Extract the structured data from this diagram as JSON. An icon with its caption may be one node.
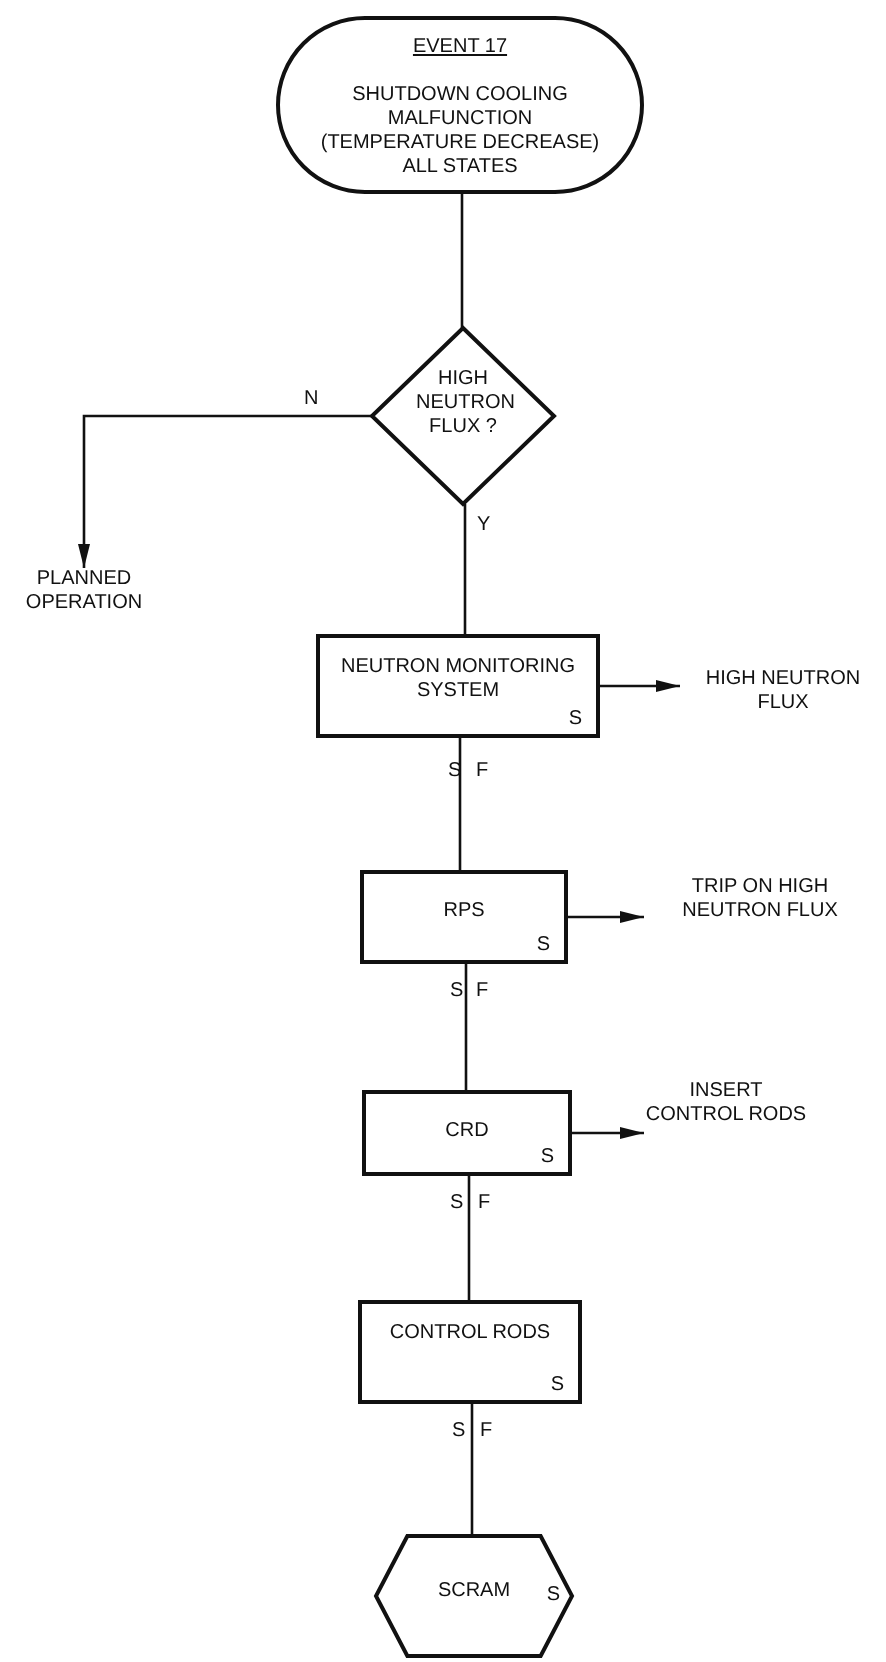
{
  "diagram": {
    "nodes": [
      {
        "text": [
          "EVENT 17",
          "SHUTDOWN COOLING MALFUNCTION (TEMPERATURE DECREASE) ALL STATES"
        ]
      },
      {
        "text": [
          "HIGH NEUTRON FLUX ?"
        ]
      },
      {
        "text": [
          "PLANNED OPERATION"
        ]
      },
      {
        "text": [
          "NEUTRON MONITORING SYSTEM",
          "S"
        ]
      },
      {
        "text": [
          "HIGH NEUTRON FLUX"
        ]
      },
      {
        "text": [
          "RPS",
          "S"
        ]
      },
      {
        "text": [
          "TRIP ON HIGH NEUTRON FLUX"
        ]
      },
      {
        "text": [
          "CRD",
          "S"
        ]
      },
      {
        "text": [
          "INSERT CONTROL RODS"
        ]
      },
      {
        "text": [
          "CONTROL RODS",
          "S"
        ]
      },
      {
        "text": [
          "SCRAM",
          "S"
        ]
      }
    ],
    "edges": [
      {
        "from": 0,
        "to": 1,
        "arrow": "none"
      },
      {
        "from": 1,
        "to": 2,
        "arrow": "to",
        "label": "N"
      },
      {
        "from": 1,
        "to": 3,
        "arrow": "none",
        "label": "Y"
      },
      {
        "from": 3,
        "to": 4,
        "arrow": "to"
      },
      {
        "from": 3,
        "to": 5,
        "arrow": "none"
      },
      {
        "from": 5,
        "to": 6,
        "arrow": "to"
      },
      {
        "from": 5,
        "to": 7,
        "arrow": "none"
      },
      {
        "from": 7,
        "to": 8,
        "arrow": "to"
      },
      {
        "from": 7,
        "to": 9,
        "arrow": "none"
      },
      {
        "from": 9,
        "to": 10,
        "arrow": "none"
      }
    ],
    "labels": [
      "S",
      "F",
      "S",
      "F",
      "S",
      "F",
      "S",
      "F"
    ]
  }
}
